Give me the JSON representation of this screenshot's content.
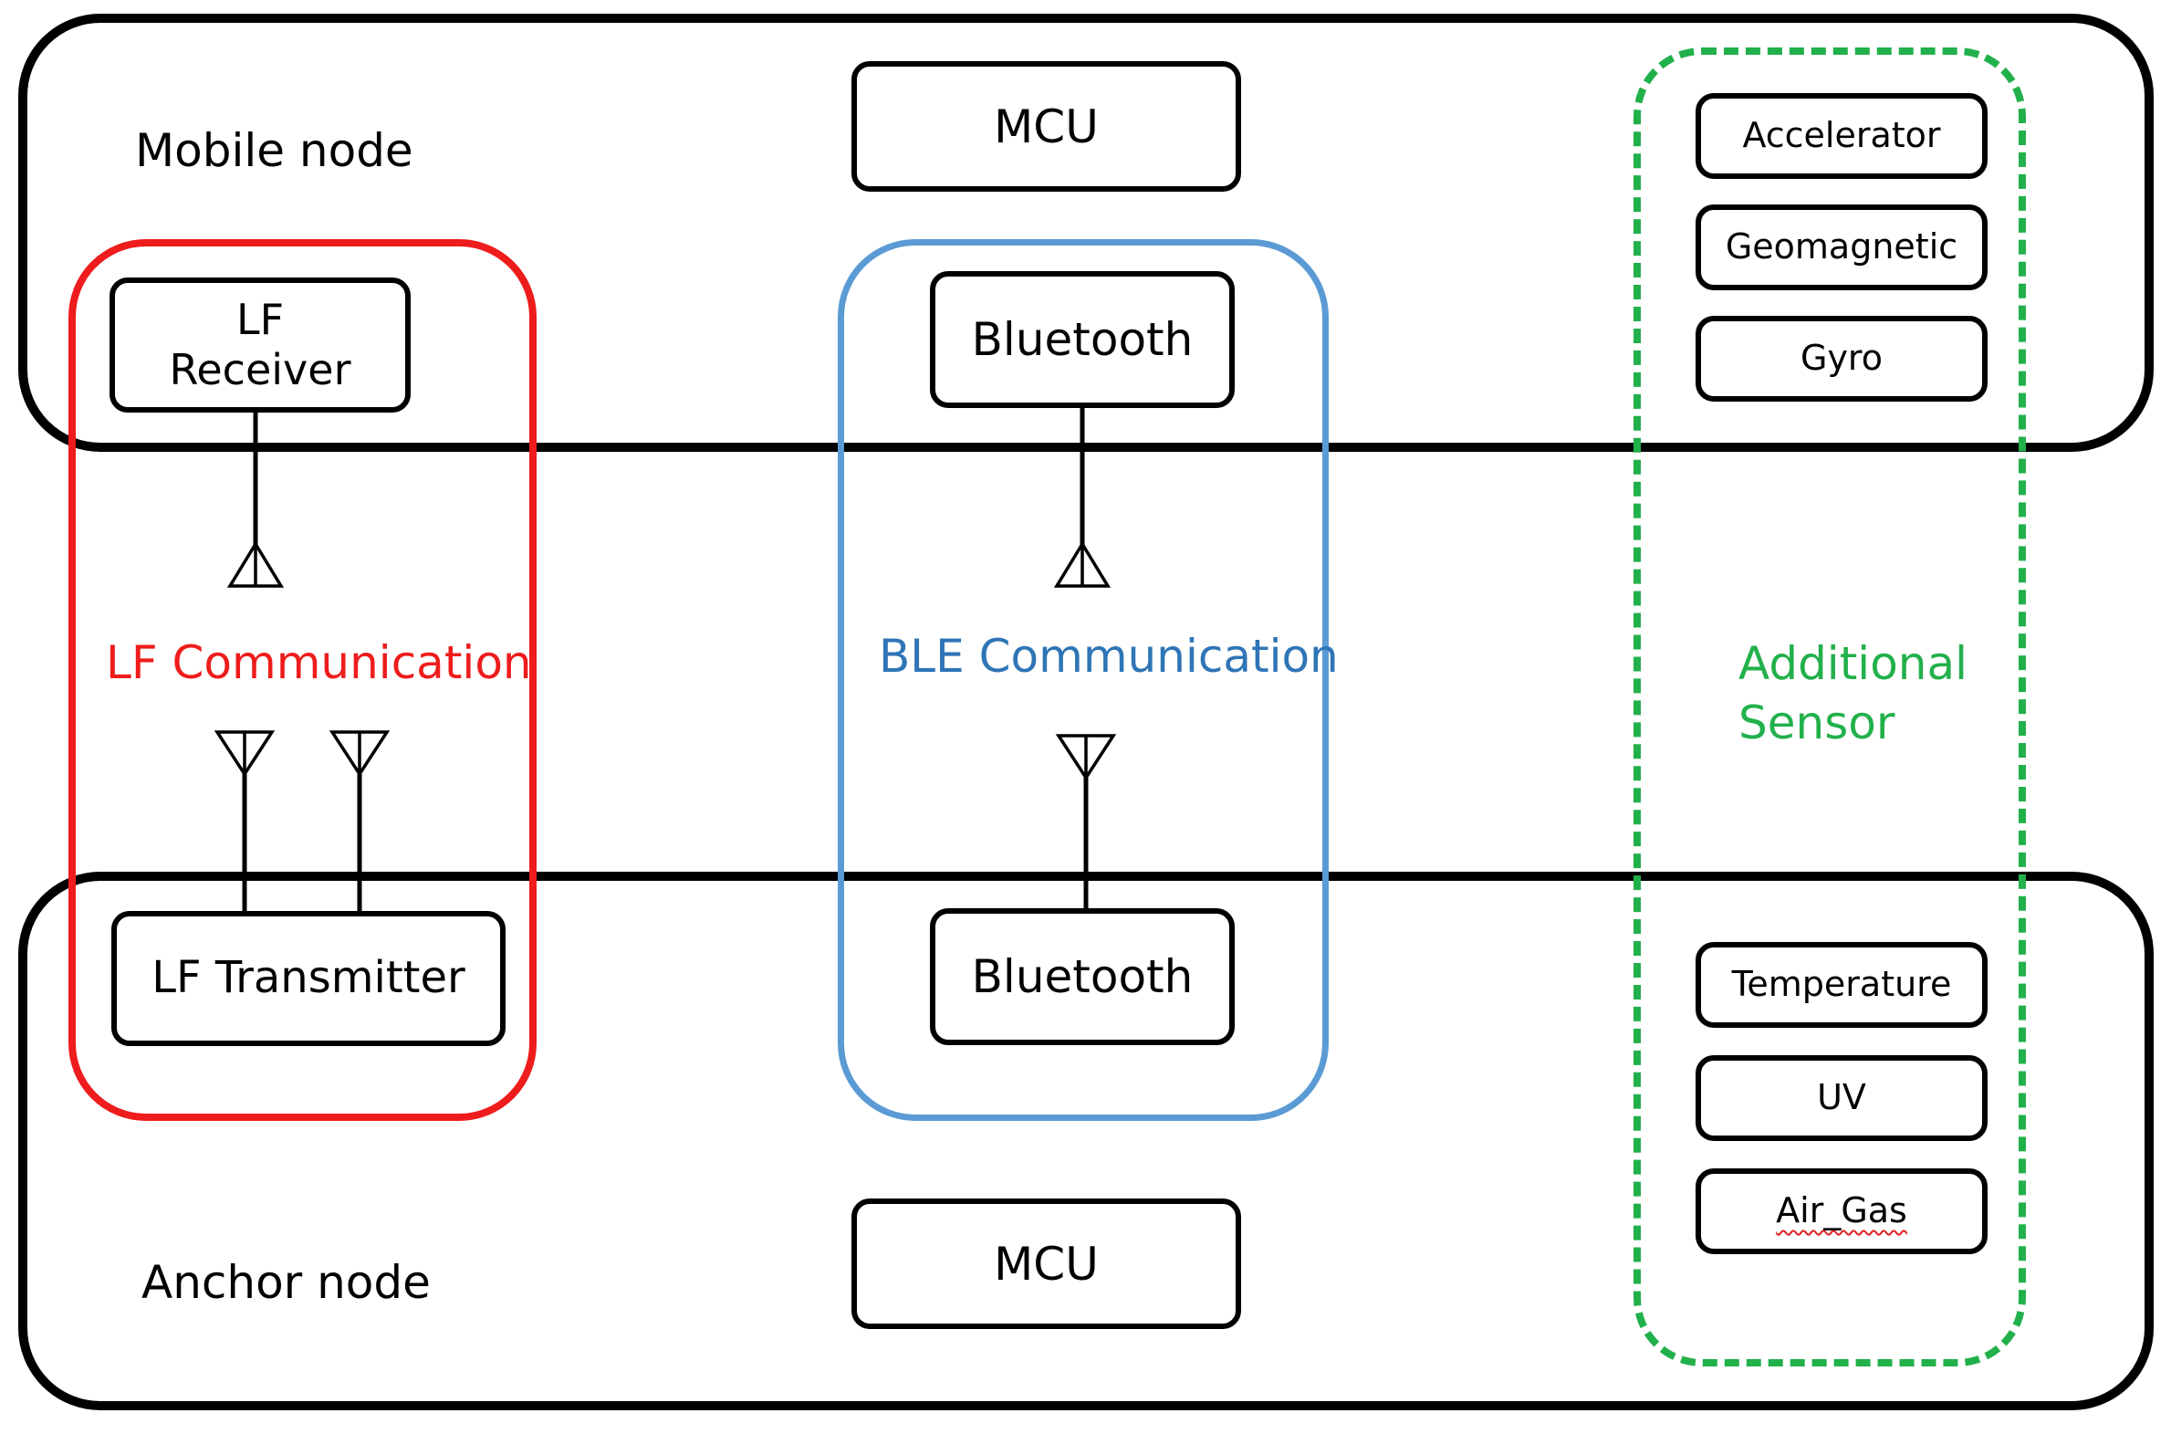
{
  "nodes": {
    "mobile": "Mobile node",
    "anchor": "Anchor node"
  },
  "mcu": {
    "top": "MCU",
    "bottom": "MCU"
  },
  "lf": {
    "receiver": "LF\nReceiver",
    "transmitter": "LF Transmitter",
    "group_label": "LF Communication",
    "color": "#ee1c1c"
  },
  "ble": {
    "top": "Bluetooth",
    "bottom": "Bluetooth",
    "group_label": "BLE Communication",
    "color": "#5b9bd5"
  },
  "sensors": {
    "group_label": "Additional\nSensor",
    "color": "#22b04b",
    "mobile_items": [
      "Accelerator",
      "Geomagnetic",
      "Gyro"
    ],
    "anchor_items": [
      "Temperature",
      "UV",
      "Air_Gas"
    ]
  },
  "icons": [
    "antenna-icon"
  ]
}
